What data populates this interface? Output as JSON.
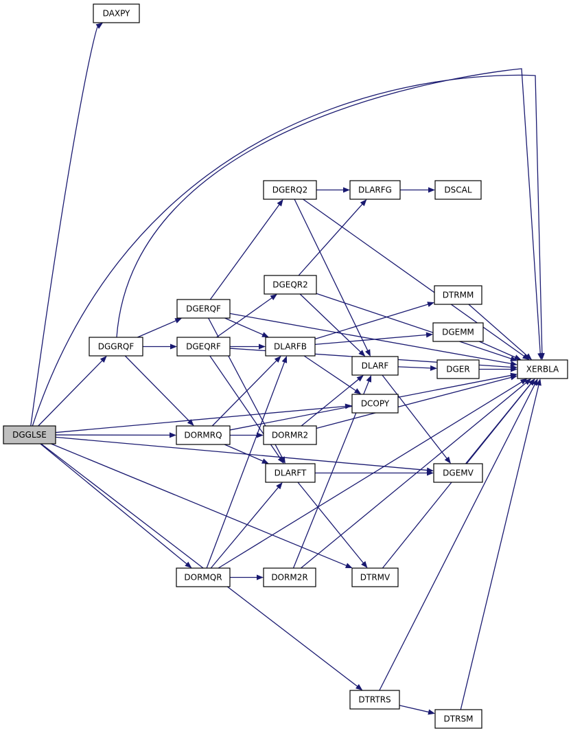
{
  "colors": {
    "edge": "#191970",
    "node_fill": "#ffffff",
    "root_fill": "#bfbfbf",
    "border": "#000000"
  },
  "nodes": [
    {
      "id": "dgglse",
      "label": "DGGLSE",
      "root": true
    },
    {
      "id": "daxpy",
      "label": "DAXPY"
    },
    {
      "id": "dggrqf",
      "label": "DGGRQF"
    },
    {
      "id": "dgerqf",
      "label": "DGERQF"
    },
    {
      "id": "dgeqrf",
      "label": "DGEQRF"
    },
    {
      "id": "dormrq",
      "label": "DORMRQ"
    },
    {
      "id": "dormqr",
      "label": "DORMQR"
    },
    {
      "id": "dgerq2",
      "label": "DGERQ2"
    },
    {
      "id": "dgeqr2",
      "label": "DGEQR2"
    },
    {
      "id": "dlarfb",
      "label": "DLARFB"
    },
    {
      "id": "dormr2",
      "label": "DORMR2"
    },
    {
      "id": "dlarft",
      "label": "DLARFT"
    },
    {
      "id": "dorm2r",
      "label": "DORM2R"
    },
    {
      "id": "dlarfg",
      "label": "DLARFG"
    },
    {
      "id": "dlarf",
      "label": "DLARF"
    },
    {
      "id": "dcopy",
      "label": "DCOPY"
    },
    {
      "id": "dtrmv",
      "label": "DTRMV"
    },
    {
      "id": "dtrtrs",
      "label": "DTRTRS"
    },
    {
      "id": "dscal",
      "label": "DSCAL"
    },
    {
      "id": "dtrmm",
      "label": "DTRMM"
    },
    {
      "id": "dgemm",
      "label": "DGEMM"
    },
    {
      "id": "dger",
      "label": "DGER"
    },
    {
      "id": "dgemv",
      "label": "DGEMV"
    },
    {
      "id": "dtrsm",
      "label": "DTRSM"
    },
    {
      "id": "xerbla",
      "label": "XERBLA"
    }
  ],
  "edges": [
    [
      "dgglse",
      "daxpy"
    ],
    [
      "dgglse",
      "xerbla"
    ],
    [
      "dgglse",
      "dggrqf"
    ],
    [
      "dgglse",
      "dcopy"
    ],
    [
      "dgglse",
      "dormrq"
    ],
    [
      "dgglse",
      "dgemv"
    ],
    [
      "dgglse",
      "dormqr"
    ],
    [
      "dgglse",
      "dtrmv"
    ],
    [
      "dgglse",
      "dtrtrs"
    ],
    [
      "dggrqf",
      "xerbla"
    ],
    [
      "dggrqf",
      "dgerqf"
    ],
    [
      "dggrqf",
      "dgeqrf"
    ],
    [
      "dggrqf",
      "dormrq"
    ],
    [
      "dgerqf",
      "xerbla"
    ],
    [
      "dgerqf",
      "dgerq2"
    ],
    [
      "dgerqf",
      "dlarfb"
    ],
    [
      "dgerqf",
      "dlarft"
    ],
    [
      "dgeqrf",
      "xerbla"
    ],
    [
      "dgeqrf",
      "dgeqr2"
    ],
    [
      "dgeqrf",
      "dlarfb"
    ],
    [
      "dgeqrf",
      "dlarft"
    ],
    [
      "dormrq",
      "dlarfb"
    ],
    [
      "dormrq",
      "dormr2"
    ],
    [
      "dormrq",
      "dlarft"
    ],
    [
      "dormrq",
      "xerbla"
    ],
    [
      "dormqr",
      "dlarfb"
    ],
    [
      "dormqr",
      "dlarft"
    ],
    [
      "dormqr",
      "dorm2r"
    ],
    [
      "dormqr",
      "xerbla"
    ],
    [
      "dgerq2",
      "dlarfg"
    ],
    [
      "dgerq2",
      "dlarf"
    ],
    [
      "dgerq2",
      "xerbla"
    ],
    [
      "dgeqr2",
      "dlarfg"
    ],
    [
      "dgeqr2",
      "dlarf"
    ],
    [
      "dgeqr2",
      "xerbla"
    ],
    [
      "dlarfb",
      "dtrmm"
    ],
    [
      "dlarfb",
      "dgemm"
    ],
    [
      "dlarfb",
      "dcopy"
    ],
    [
      "dormr2",
      "dlarf"
    ],
    [
      "dormr2",
      "xerbla"
    ],
    [
      "dlarft",
      "dgemv"
    ],
    [
      "dlarft",
      "dtrmv"
    ],
    [
      "dorm2r",
      "dlarf"
    ],
    [
      "dorm2r",
      "xerbla"
    ],
    [
      "dlarfg",
      "dscal"
    ],
    [
      "dlarf",
      "dger"
    ],
    [
      "dlarf",
      "dgemv"
    ],
    [
      "dtrmm",
      "xerbla"
    ],
    [
      "dgemm",
      "xerbla"
    ],
    [
      "dger",
      "xerbla"
    ],
    [
      "dgemv",
      "xerbla"
    ],
    [
      "dtrmv",
      "xerbla"
    ],
    [
      "dtrtrs",
      "xerbla"
    ],
    [
      "dtrtrs",
      "dtrsm"
    ],
    [
      "dtrsm",
      "xerbla"
    ]
  ]
}
